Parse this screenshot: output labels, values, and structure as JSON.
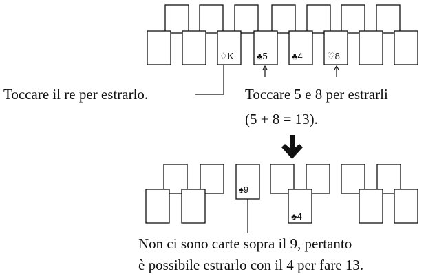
{
  "top_row": {
    "labeled_cards": [
      {
        "label": "♢K"
      },
      {
        "label": "♣5"
      },
      {
        "label": "♣4"
      },
      {
        "label": "♡8"
      }
    ]
  },
  "captions": {
    "king_line": "Toccare il re per estrarlo.",
    "pair_line_1": "Toccare 5 e 8 per estrarli",
    "pair_line_2": "(5 + 8 = 13).",
    "bottom_line_1": "Non ci sono carte sopra il 9, pertanto",
    "bottom_line_2": "è possibile estrarlo con il 4 per fare 13."
  },
  "bottom_row": {
    "labeled_cards": [
      {
        "label": "♠9"
      },
      {
        "label": "♣4"
      }
    ]
  },
  "colors": {
    "ink": "#111111",
    "background": "#ffffff"
  },
  "icons": [
    "arrow-down-icon",
    "arrow-up-icon"
  ]
}
